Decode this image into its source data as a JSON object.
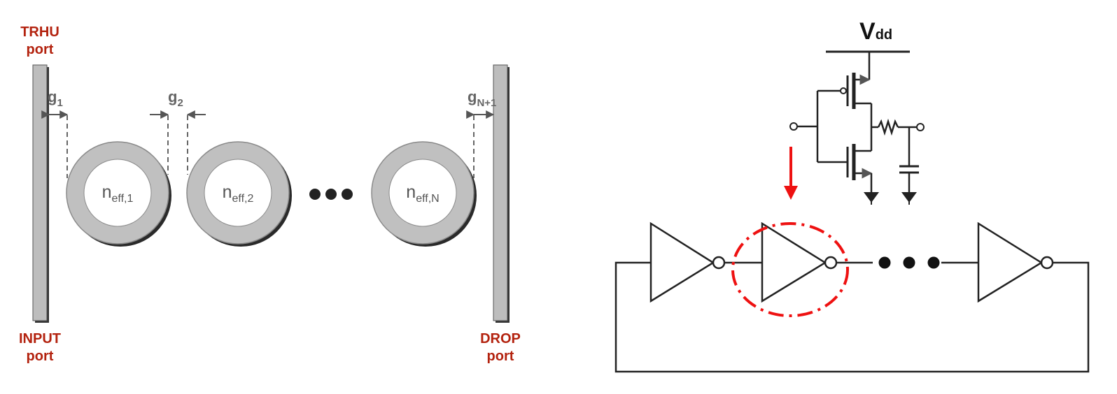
{
  "left_panel": {
    "thru_port": {
      "line1": "TRHU",
      "line2": "port"
    },
    "input_port": {
      "line1": "INPUT",
      "line2": "port"
    },
    "drop_port": {
      "line1": "DROP",
      "line2": "port"
    },
    "gaps": [
      {
        "base": "g",
        "sub": "1"
      },
      {
        "base": "g",
        "sub": "2"
      },
      {
        "base": "g",
        "sub": "N+1"
      }
    ],
    "rings": [
      {
        "base": "n",
        "sub": "eff,1"
      },
      {
        "base": "n",
        "sub": "eff,2"
      },
      {
        "base": "n",
        "sub": "eff,N"
      }
    ]
  },
  "right_panel": {
    "supply": {
      "base": "V",
      "sub": "dd"
    }
  },
  "colors": {
    "port_label": "#b3220e",
    "ring_fill": "#c0c0c0",
    "highlight": "#ee1111"
  }
}
